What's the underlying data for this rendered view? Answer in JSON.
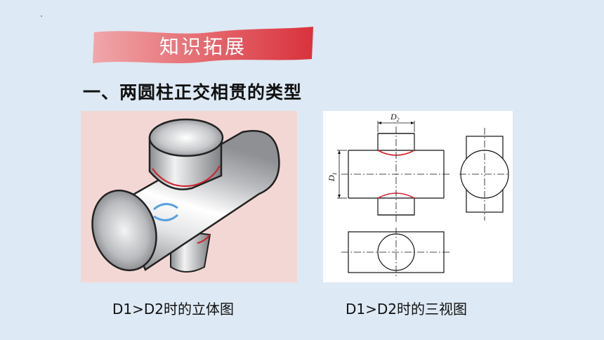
{
  "banner": {
    "title": "知识拓展"
  },
  "heading": "一、两圆柱正交相贯的类型",
  "drawing": {
    "label_d2": "D",
    "sub_d2": "2",
    "label_d1": "D",
    "sub_d1": "1"
  },
  "captions": {
    "left": "D1>D2时的立体图",
    "right": "D1>D2时的三视图"
  },
  "colors": {
    "banner": "#d9464e",
    "background": "#dde9f4",
    "left_panel": "#f3d7d4",
    "intersection_line": "#d0202a"
  }
}
